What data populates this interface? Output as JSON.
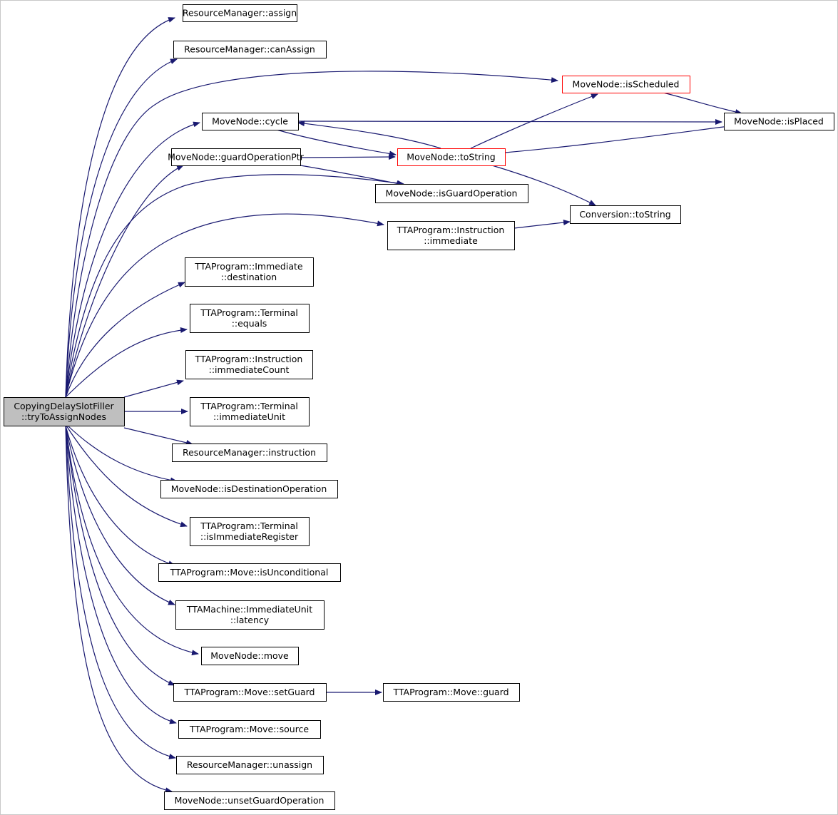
{
  "colors": {
    "edge": "#191970",
    "root_fill": "#bfbfbf",
    "highlight_border": "#ff0000",
    "node_border": "#000000"
  },
  "nodes": {
    "root": {
      "lines": [
        "CopyingDelaySlotFiller",
        "::tryToAssignNodes"
      ]
    },
    "rm_assign": {
      "lines": [
        "ResourceManager::assign"
      ]
    },
    "rm_canassign": {
      "lines": [
        "ResourceManager::canAssign"
      ]
    },
    "mn_isscheduled": {
      "lines": [
        "MoveNode::isScheduled"
      ]
    },
    "mn_cycle": {
      "lines": [
        "MoveNode::cycle"
      ]
    },
    "mn_isplaced": {
      "lines": [
        "MoveNode::isPlaced"
      ]
    },
    "mn_guardopptr": {
      "lines": [
        "MoveNode::guardOperationPtr"
      ]
    },
    "mn_tostring": {
      "lines": [
        "MoveNode::toString"
      ]
    },
    "mn_isguardop": {
      "lines": [
        "MoveNode::isGuardOperation"
      ]
    },
    "conv_tostring": {
      "lines": [
        "Conversion::toString"
      ]
    },
    "instr_immediate": {
      "lines": [
        "TTAProgram::Instruction",
        "::immediate"
      ]
    },
    "imm_destination": {
      "lines": [
        "TTAProgram::Immediate",
        "::destination"
      ]
    },
    "term_equals": {
      "lines": [
        "TTAProgram::Terminal",
        "::equals"
      ]
    },
    "instr_immcount": {
      "lines": [
        "TTAProgram::Instruction",
        "::immediateCount"
      ]
    },
    "term_immunit": {
      "lines": [
        "TTAProgram::Terminal",
        "::immediateUnit"
      ]
    },
    "rm_instruction": {
      "lines": [
        "ResourceManager::instruction"
      ]
    },
    "mn_isdestop": {
      "lines": [
        "MoveNode::isDestinationOperation"
      ]
    },
    "term_isimmreg": {
      "lines": [
        "TTAProgram::Terminal",
        "::isImmediateRegister"
      ]
    },
    "move_isuncond": {
      "lines": [
        "TTAProgram::Move::isUnconditional"
      ]
    },
    "iu_latency": {
      "lines": [
        "TTAMachine::ImmediateUnit",
        "::latency"
      ]
    },
    "mn_move": {
      "lines": [
        "MoveNode::move"
      ]
    },
    "move_setguard": {
      "lines": [
        "TTAProgram::Move::setGuard"
      ]
    },
    "move_guard": {
      "lines": [
        "TTAProgram::Move::guard"
      ]
    },
    "move_source": {
      "lines": [
        "TTAProgram::Move::source"
      ]
    },
    "rm_unassign": {
      "lines": [
        "ResourceManager::unassign"
      ]
    },
    "mn_unsetguardop": {
      "lines": [
        "MoveNode::unsetGuardOperation"
      ]
    }
  }
}
